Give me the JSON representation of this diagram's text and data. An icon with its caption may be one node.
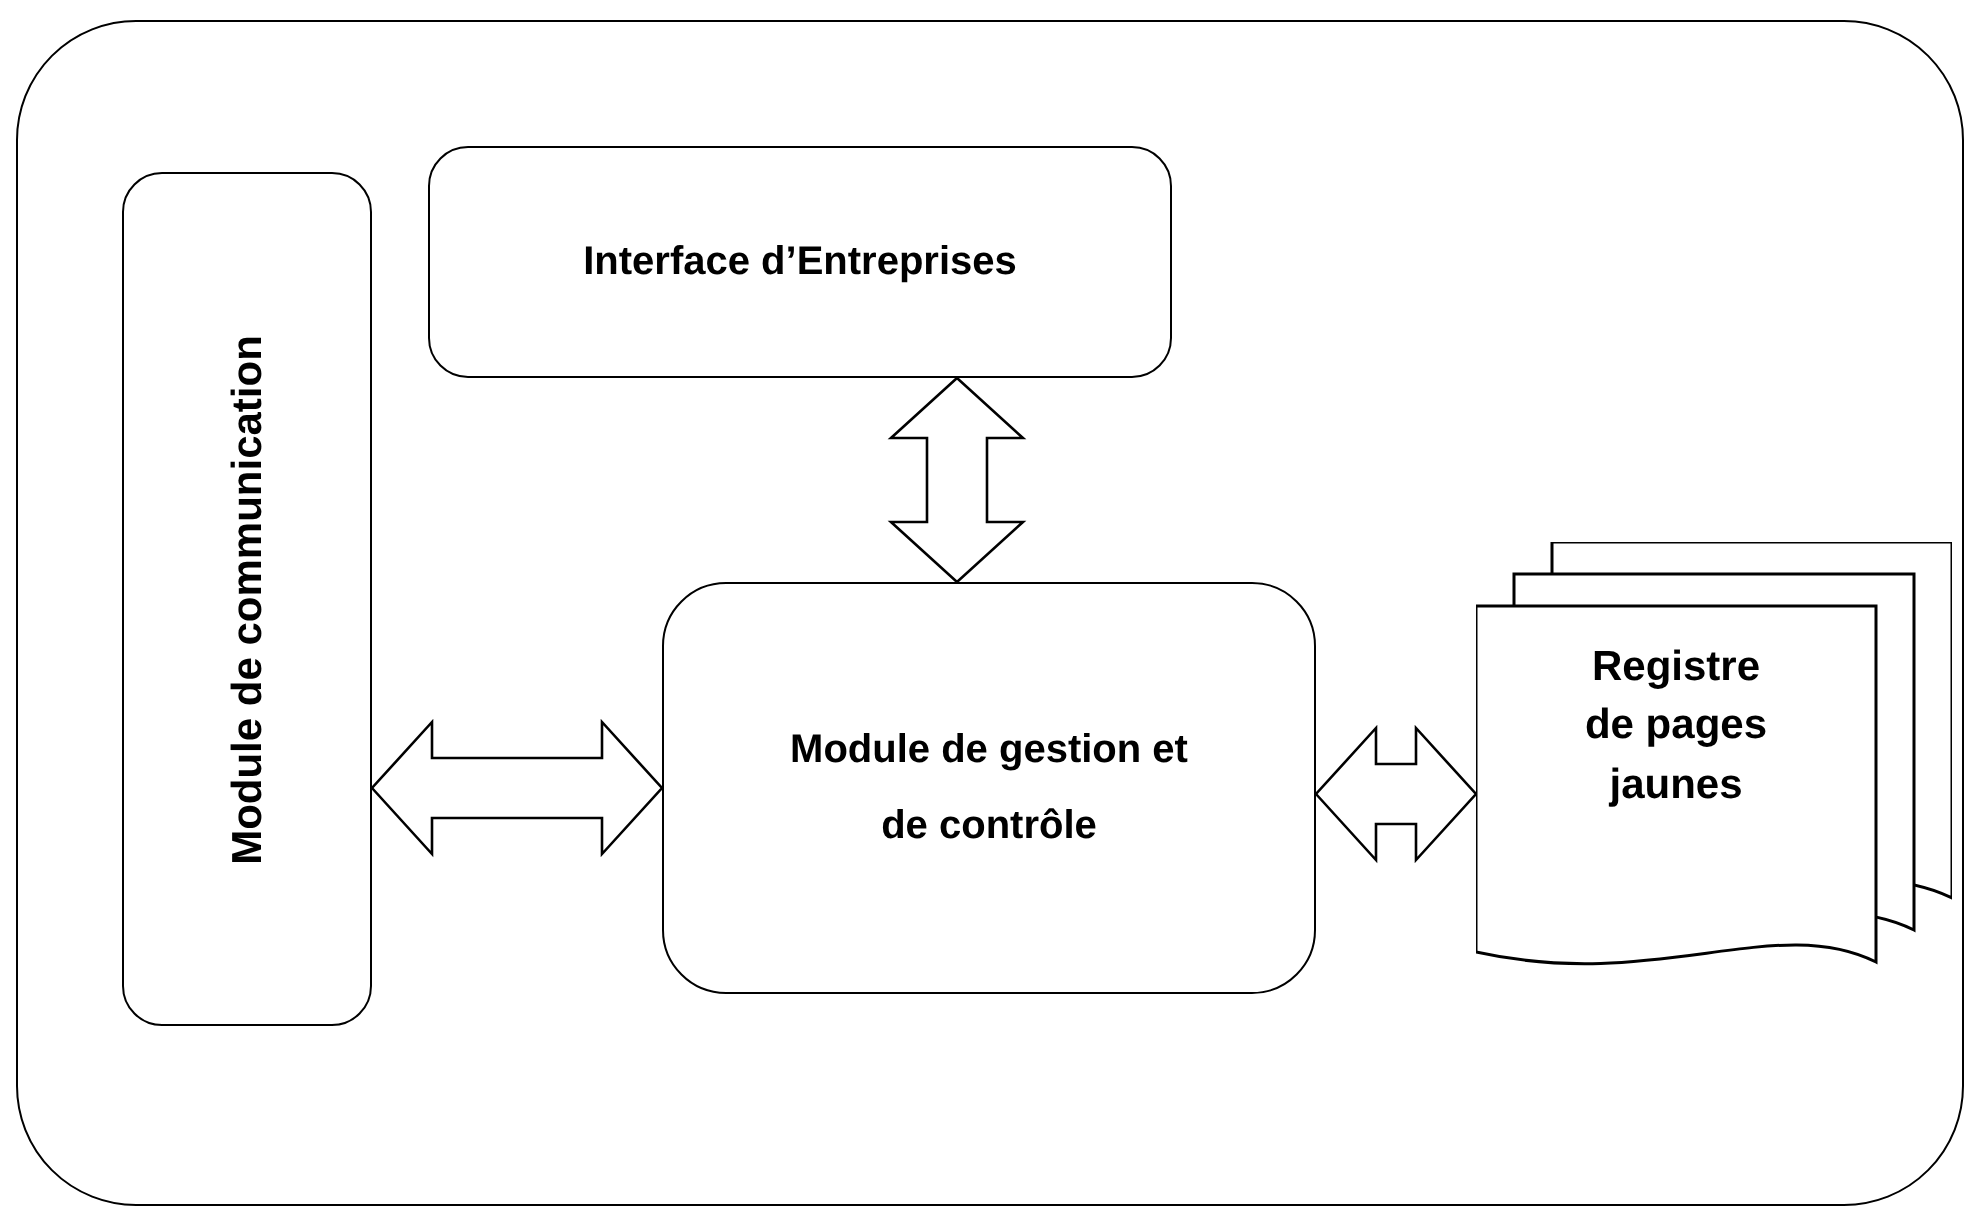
{
  "diagram": {
    "nodes": [
      {
        "text": [],
        "shape": "box"
      },
      {
        "text": [
          "Module de communication"
        ],
        "in": 0
      },
      {
        "text": [
          "Interface d’Entreprises"
        ],
        "in": 0
      },
      {
        "text": [
          "Module de gestion et de contrôle"
        ],
        "in": 0
      },
      {
        "text": [
          "Registre de pages jaunes"
        ],
        "in": 0
      }
    ],
    "edges": [
      {
        "from": 2,
        "to": 3,
        "arrow": "both"
      },
      {
        "from": 1,
        "to": 3,
        "arrow": "both"
      },
      {
        "from": 3,
        "to": 4,
        "arrow": "both"
      }
    ]
  }
}
